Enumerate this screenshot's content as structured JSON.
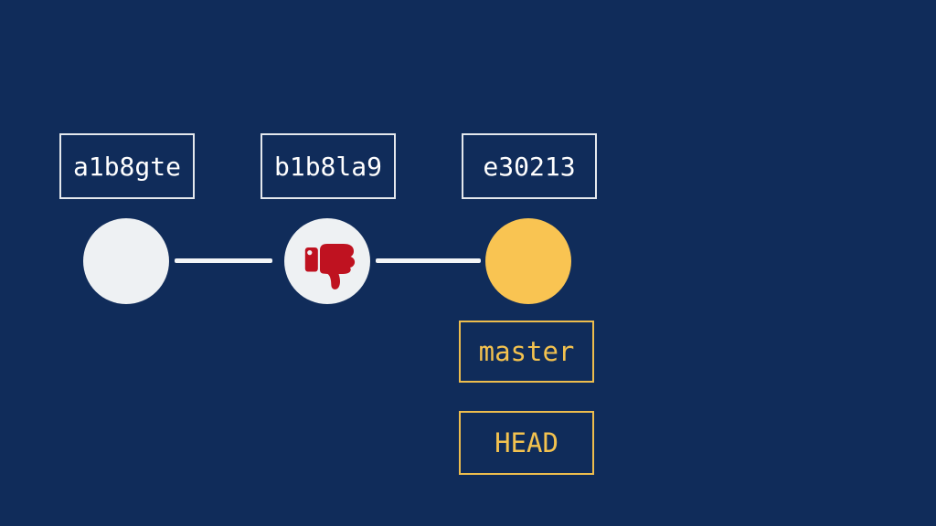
{
  "slide": {
    "background_color": "#102c5a"
  },
  "colors": {
    "node_fill": "#eef1f3",
    "node_highlight_fill": "#f9c452",
    "edge_color": "#f3f5f7",
    "hash_border": "#e4e8ed",
    "hash_text": "#ffffff",
    "ref_accent": "#f3c24f",
    "thumb_red": "#bf1220"
  },
  "commits": [
    {
      "hash": "a1b8gte",
      "icon": null
    },
    {
      "hash": "b1b8la9",
      "icon": "thumbs-down-icon"
    },
    {
      "hash": "e30213",
      "icon": null
    }
  ],
  "refs": {
    "branch_label": "master",
    "head_label": "HEAD"
  }
}
